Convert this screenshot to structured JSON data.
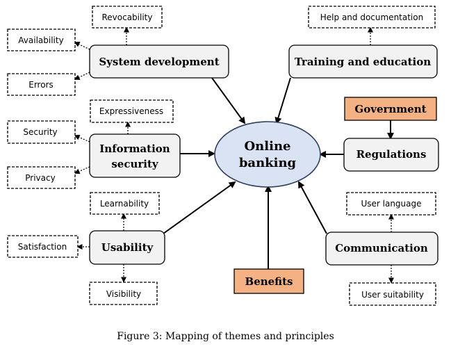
{
  "center": {
    "line1": "Online",
    "line2": "banking"
  },
  "themes": {
    "system_development": "System development",
    "training_education": "Training and education",
    "government": "Government",
    "regulations": "Regulations",
    "information_security_line1": "Information",
    "information_security_line2": "security",
    "usability": "Usability",
    "communication": "Communication",
    "benefits": "Benefits"
  },
  "principles": {
    "revocability": "Revocability",
    "availability": "Availability",
    "errors": "Errors",
    "help_documentation": "Help and documentation",
    "expressiveness": "Expressiveness",
    "security": "Security",
    "privacy": "Privacy",
    "learnability": "Learnability",
    "satisfaction": "Satisfaction",
    "visibility": "Visibility",
    "user_language": "User language",
    "user_suitability": "User suitability"
  },
  "caption": "Figure 3: Mapping of themes and principles",
  "colors": {
    "theme_fill": "#f2f2f2",
    "highlight_fill": "#f4b183",
    "center_fill": "#dae3f3",
    "center_stroke": "#2f3f5f"
  }
}
